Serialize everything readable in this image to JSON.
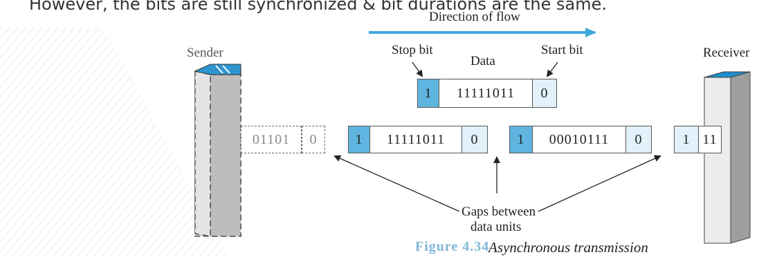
{
  "header_text": "However, the bits are still synchronized & bit durations are the same.",
  "diagram": {
    "direction_label": "Direction of flow",
    "sender_label": "Sender",
    "receiver_label": "Receiver",
    "stop_bit_label": "Stop bit",
    "data_label": "Data",
    "start_bit_label": "Start bit",
    "top_frame": {
      "stop": "1",
      "data": "11111011",
      "start": "0"
    },
    "ghost_frame": {
      "data": "01101",
      "start": "0"
    },
    "frame_1": {
      "stop": "1",
      "data": "11111011",
      "start": "0"
    },
    "frame_2": {
      "stop": "1",
      "data": "00010111",
      "start": "0"
    },
    "partial_frame": {
      "stop": "1",
      "data": "11"
    },
    "gaps_label_line1": "Gaps between",
    "gaps_label_line2": "data units",
    "figure_label": "Figure 4.34",
    "figure_title": "Asynchronous transmission",
    "colors": {
      "accent_blue": "#5fb5df",
      "light_blue": "#e2f1fa",
      "arrow_blue": "#3fa9dc"
    }
  }
}
